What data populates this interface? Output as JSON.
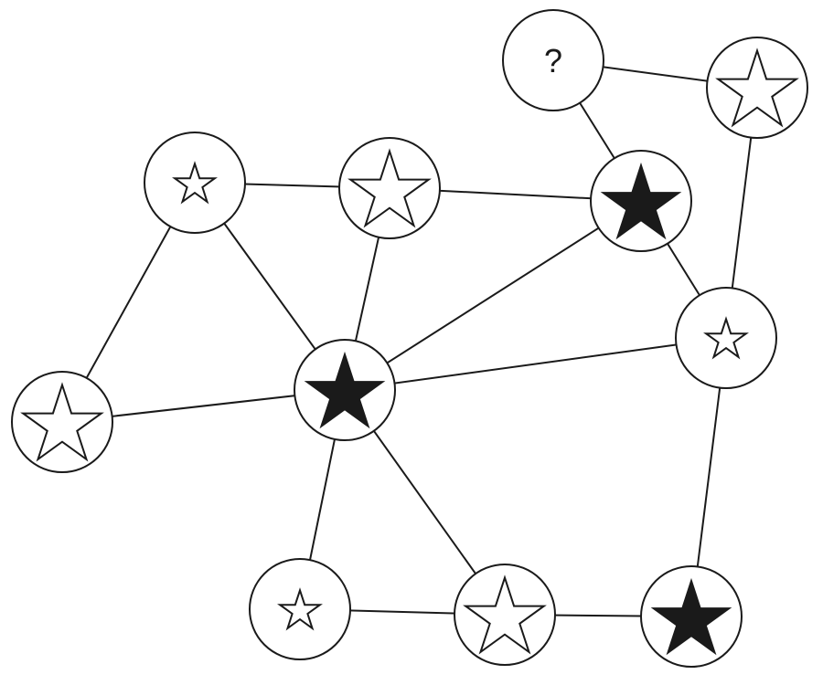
{
  "nodes": [
    {
      "id": "question",
      "label": "?",
      "star": "none"
    },
    {
      "id": "top-right",
      "star": "outline",
      "star_size": "large"
    },
    {
      "id": "upper-left",
      "star": "outline",
      "star_size": "small"
    },
    {
      "id": "upper-middle",
      "star": "outline",
      "star_size": "large"
    },
    {
      "id": "upper-right",
      "star": "filled",
      "star_size": "large"
    },
    {
      "id": "right-middle",
      "star": "outline",
      "star_size": "small"
    },
    {
      "id": "left",
      "star": "outline",
      "star_size": "large"
    },
    {
      "id": "center",
      "star": "filled",
      "star_size": "large"
    },
    {
      "id": "bottom-left",
      "star": "outline",
      "star_size": "small"
    },
    {
      "id": "bottom-middle",
      "star": "outline",
      "star_size": "large"
    },
    {
      "id": "bottom-right",
      "star": "filled",
      "star_size": "large"
    }
  ],
  "edges": [
    [
      "question",
      "top-right"
    ],
    [
      "question",
      "upper-right"
    ],
    [
      "top-right",
      "right-middle"
    ],
    [
      "upper-left",
      "upper-middle"
    ],
    [
      "upper-left",
      "left"
    ],
    [
      "upper-left",
      "center"
    ],
    [
      "upper-middle",
      "upper-right"
    ],
    [
      "upper-middle",
      "center"
    ],
    [
      "upper-right",
      "center"
    ],
    [
      "upper-right",
      "right-middle"
    ],
    [
      "right-middle",
      "center"
    ],
    [
      "right-middle",
      "bottom-right"
    ],
    [
      "left",
      "center"
    ],
    [
      "center",
      "bottom-left"
    ],
    [
      "center",
      "bottom-middle"
    ],
    [
      "bottom-left",
      "bottom-middle"
    ],
    [
      "bottom-middle",
      "bottom-right"
    ]
  ],
  "colors": {
    "ink": "#1a1a1a",
    "background": "#ffffff"
  }
}
